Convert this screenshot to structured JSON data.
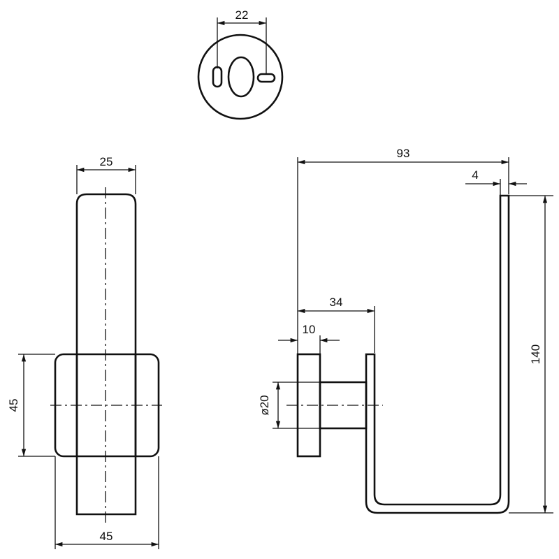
{
  "top_view": {
    "dim_slot_spacing": "22"
  },
  "front_view": {
    "dim_width_top": "25",
    "dim_height_left": "45",
    "dim_width_bottom": "45"
  },
  "side_view": {
    "dim_total_width": "93",
    "dim_wall_thickness": "4",
    "dim_depth": "34",
    "dim_base_thickness": "10",
    "dim_diameter": "ø20",
    "dim_total_height": "140"
  }
}
